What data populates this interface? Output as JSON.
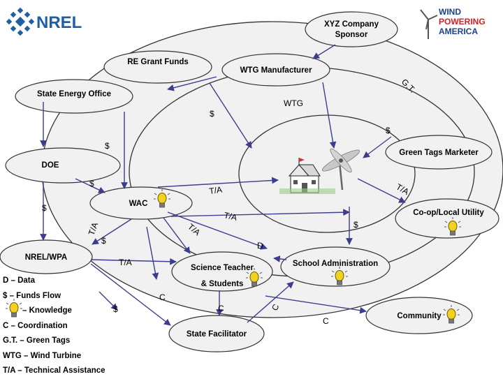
{
  "logos": {
    "nrel": "NREL",
    "wpa_lines": [
      "WIND",
      "POWERING",
      "AMERICA"
    ]
  },
  "nodes": {
    "sponsor": [
      "XYZ Company",
      "Sponsor"
    ],
    "re_grant_funds": "RE Grant Funds",
    "wtg_manufacturer": "WTG Manufacturer",
    "state_energy_office": "State Energy Office",
    "green_tags_marketer": "Green Tags Marketer",
    "doe": "DOE",
    "wac": "WAC",
    "coop": "Co-op/Local Utility",
    "nrel_wpa": "NREL/WPA",
    "science_teacher": [
      "Science Teacher",
      "& Students"
    ],
    "school_admin": "School Administration",
    "state_facilitator": "State Facilitator",
    "community": "Community"
  },
  "flows": {
    "gt": "G.T.",
    "wtg": "WTG",
    "dollar": "$",
    "ta": "T/A",
    "data": "D",
    "coord": "C"
  },
  "legend": {
    "data": "D – Data",
    "funds": "$ – Funds Flow",
    "knowledge": "– Knowledge",
    "coordination": "C – Coordination",
    "green_tags": "G.T. – Green Tags",
    "wind_turbine": "WTG – Wind Turbine",
    "technical_assistance": "T/A – Technical Assistance"
  },
  "colors": {
    "ellipse_fill": "#f1f1f1",
    "outline": "#333333",
    "arrow": "#3d3d8f",
    "bulb": "#f2d21e",
    "nrel_blue": "#1f5fa6",
    "wpa_red": "#d42027",
    "wpa_blue": "#1d3f8f"
  }
}
